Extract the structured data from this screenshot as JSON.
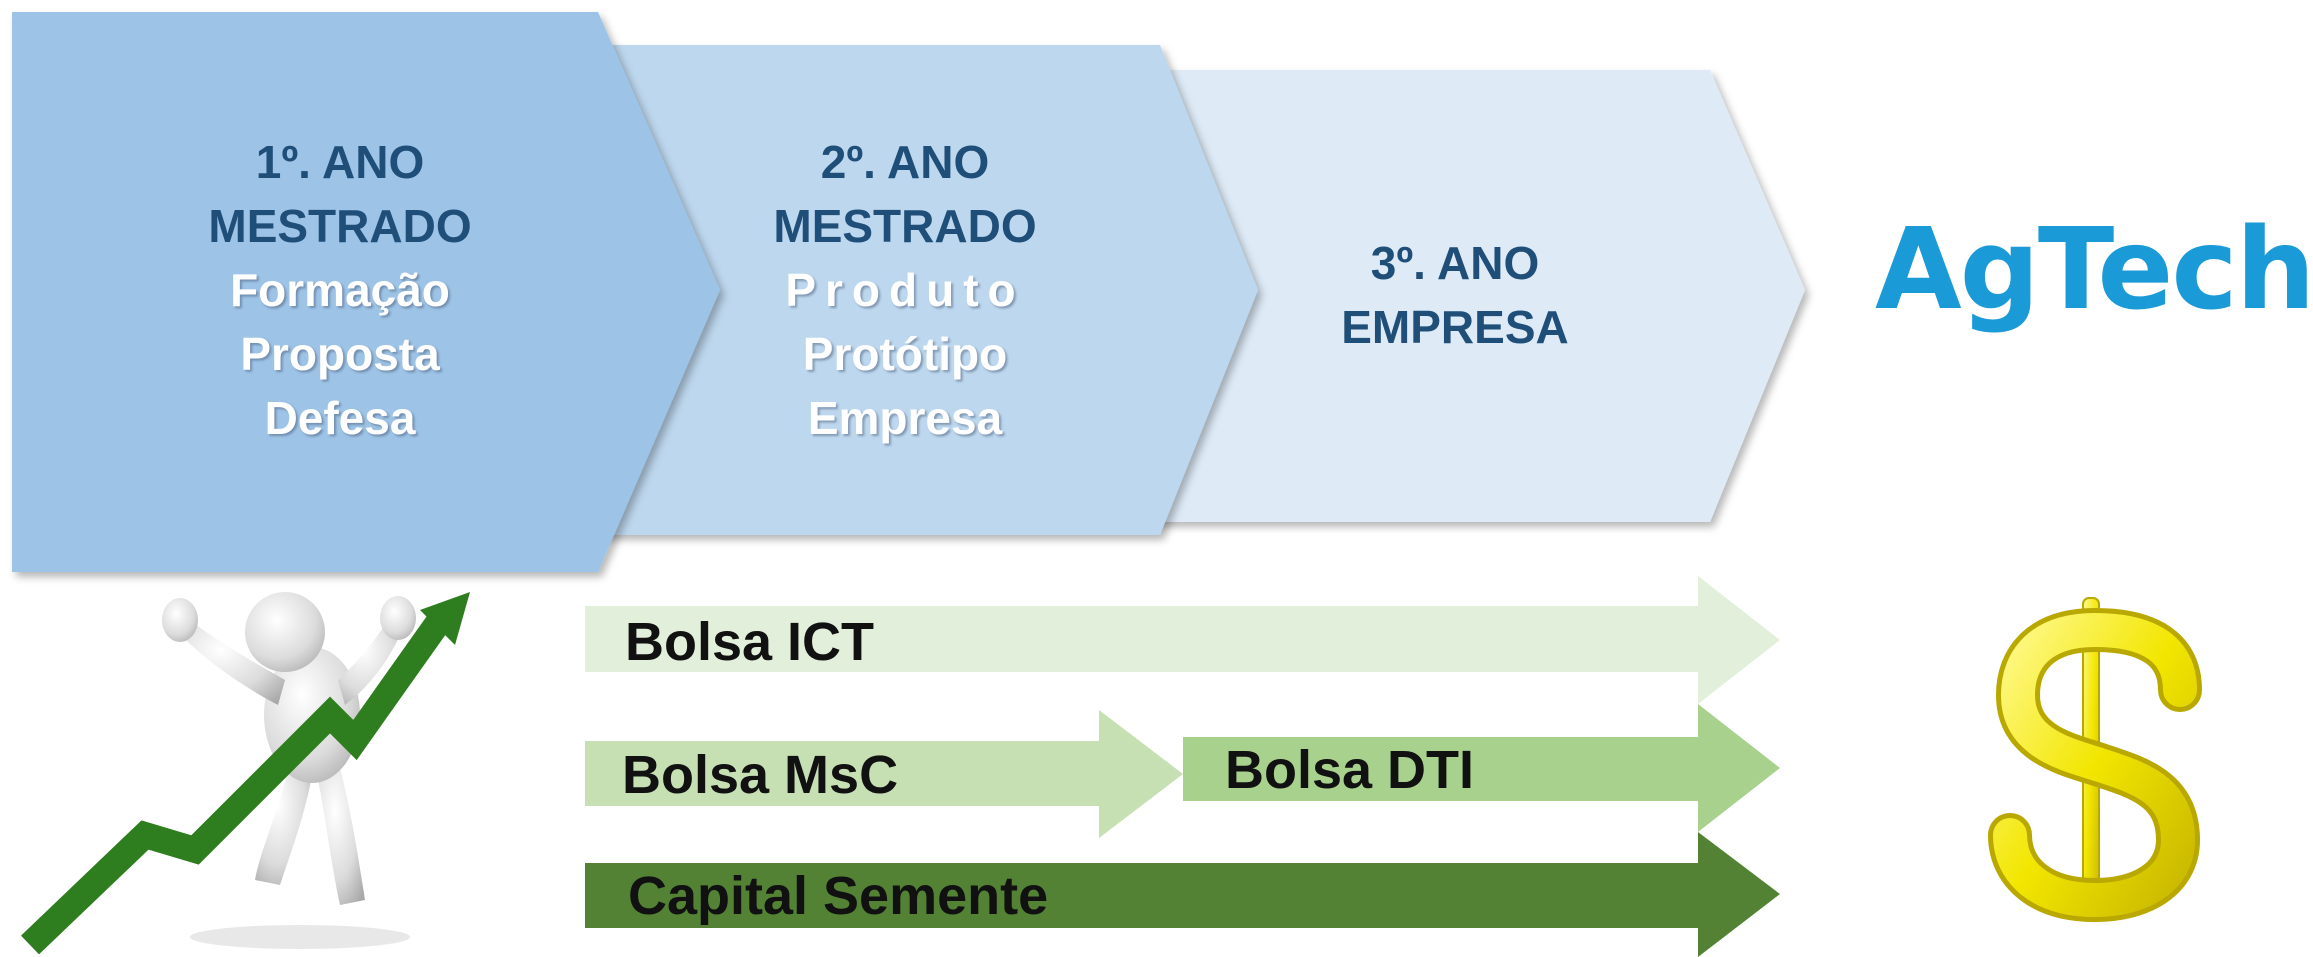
{
  "phases": [
    {
      "title_line1": "1º. ANO",
      "title_line2": "MESTRADO",
      "items": [
        "Formação",
        "Proposta",
        "Defesa"
      ],
      "color": "#9dc3e6"
    },
    {
      "title_line1": "2º. ANO",
      "title_line2": "MESTRADO",
      "items": [
        "Produto",
        "Protótipo",
        "Empresa"
      ],
      "color": "#bdd7ee"
    },
    {
      "title_line1": "3º. ANO",
      "title_line2": "EMPRESA",
      "items": [],
      "color": "#deebf7"
    }
  ],
  "logo": {
    "text": "AgTech",
    "color": "#1a9ad6"
  },
  "funding_arrows": [
    {
      "label": "Bolsa ICT",
      "color": "#e2efda"
    },
    {
      "label": "Bolsa MsC",
      "color": "#c6e0b4"
    },
    {
      "label": "Bolsa DTI",
      "color": "#a9d18e"
    },
    {
      "label": "Capital Semente",
      "color": "#548235"
    }
  ],
  "icons": {
    "growth": "person-growth-arrow-icon",
    "money": "dollar-sign-icon"
  }
}
